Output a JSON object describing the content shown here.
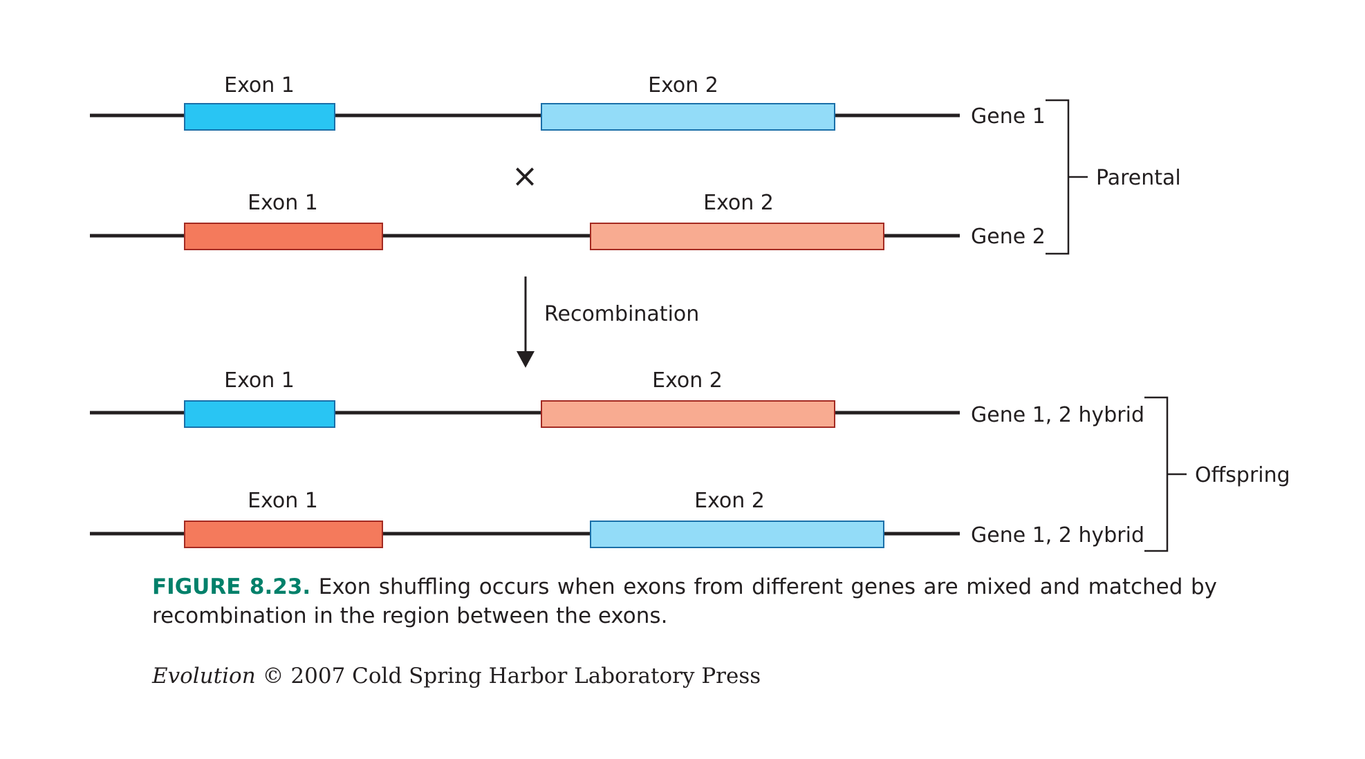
{
  "genes": [
    {
      "exon1_label": "Exon 1",
      "exon2_label": "Exon 2",
      "gene_label": "Gene 1",
      "exon1_color": "#29c5f3",
      "exon2_color": "#93dcf8"
    },
    {
      "exon1_label": "Exon 1",
      "exon2_label": "Exon 2",
      "gene_label": "Gene 2",
      "exon1_color": "#f47a5c",
      "exon2_color": "#f8ab91"
    },
    {
      "exon1_label": "Exon 1",
      "exon2_label": "Exon 2",
      "gene_label": "Gene 1, 2 hybrid",
      "exon1_color": "#29c5f3",
      "exon2_color": "#f8ab91"
    },
    {
      "exon1_label": "Exon 1",
      "exon2_label": "Exon 2",
      "gene_label": "Gene 1, 2 hybrid",
      "exon1_color": "#f47a5c",
      "exon2_color": "#93dcf8"
    }
  ],
  "cross_symbol": "×",
  "arrow_label": "Recombination",
  "brackets": {
    "parental": "Parental",
    "offspring": "Offspring"
  },
  "caption": {
    "figure_number": "FIGURE 8.23.",
    "text": " Exon shuffling occurs when exons from different genes are mixed and matched by recombination in the region between the exons."
  },
  "credit": {
    "title": "Evolution",
    "rest": " © 2007 Cold Spring Harbor Laboratory Press"
  }
}
